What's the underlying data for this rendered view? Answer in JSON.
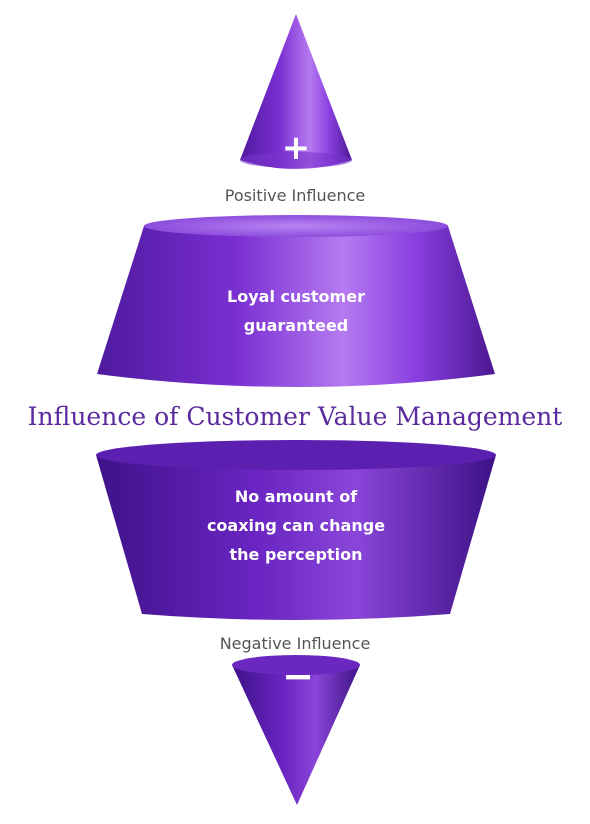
{
  "diagram": {
    "title": "Influence of Customer Value Management",
    "positive_label": "Positive Influence",
    "negative_label": "Negative Influence",
    "positive_sign": "+",
    "negative_sign": "−",
    "upper_block": {
      "line1": "Loyal customer",
      "line2": "guaranteed"
    },
    "lower_block": {
      "line1": "No amount of",
      "line2": "coaxing can change",
      "line3": "the perception"
    }
  },
  "colors": {
    "purple_light": "#a05ae6",
    "purple_mid": "#7b2fd0",
    "purple_dark": "#4a1896",
    "title": "#5a2a9e",
    "label_text": "#555555"
  }
}
